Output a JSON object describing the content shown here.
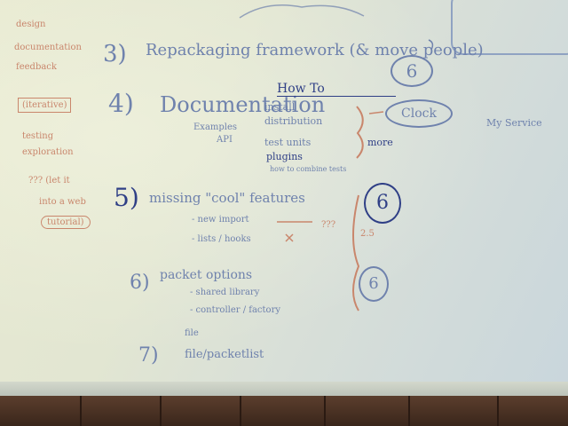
{
  "whiteboard": {
    "left_notes": [
      "design",
      "documentation",
      "feedback",
      "(iterative)",
      "testing",
      "exploration"
    ],
    "left_red_block": [
      "??? (let it",
      "into a web",
      "tutorial)"
    ],
    "item3": {
      "number": "3)",
      "text": "Repackaging framework (& move people)"
    },
    "item4": {
      "number": "4)",
      "text": "Documentation",
      "sub": [
        "Examples",
        "API"
      ]
    },
    "how_to": {
      "title": "How To",
      "lines": [
        "install",
        "distribution",
        "test units",
        "plugins"
      ],
      "note": "how to combine tests"
    },
    "circled": [
      "Clock",
      "6",
      "6",
      "6"
    ],
    "more_label": "more",
    "right_note": "My Service",
    "item5": {
      "number": "5)",
      "text": "missing \"cool\" features",
      "sub": [
        "- new import",
        "- lists / hooks"
      ]
    },
    "item6": {
      "number": "6)",
      "text": "packet options",
      "sub": [
        "- shared library",
        "- controller / factory"
      ]
    },
    "item7": {
      "number": "7)",
      "text": "file/packetlist",
      "pre": "file"
    },
    "red_marks": [
      "???",
      "2.5"
    ]
  },
  "colors": {
    "marker_blue": "#6f82ad",
    "marker_dark": "#2f3f86",
    "marker_red": "#c9866c"
  }
}
